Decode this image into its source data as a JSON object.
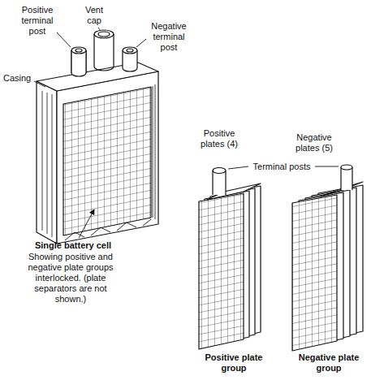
{
  "diagram": {
    "labels": [
      "Positive terminal post",
      "Vent cap",
      "Negative terminal post",
      "Casing",
      "Single battery cell",
      "Showing positive and negative plate groups interlocked. (plate separators are not shown.)",
      "Positive plates (4)",
      "Negative plates (5)",
      "Terminal posts",
      "Positive plate group",
      "Negative plate group"
    ]
  }
}
